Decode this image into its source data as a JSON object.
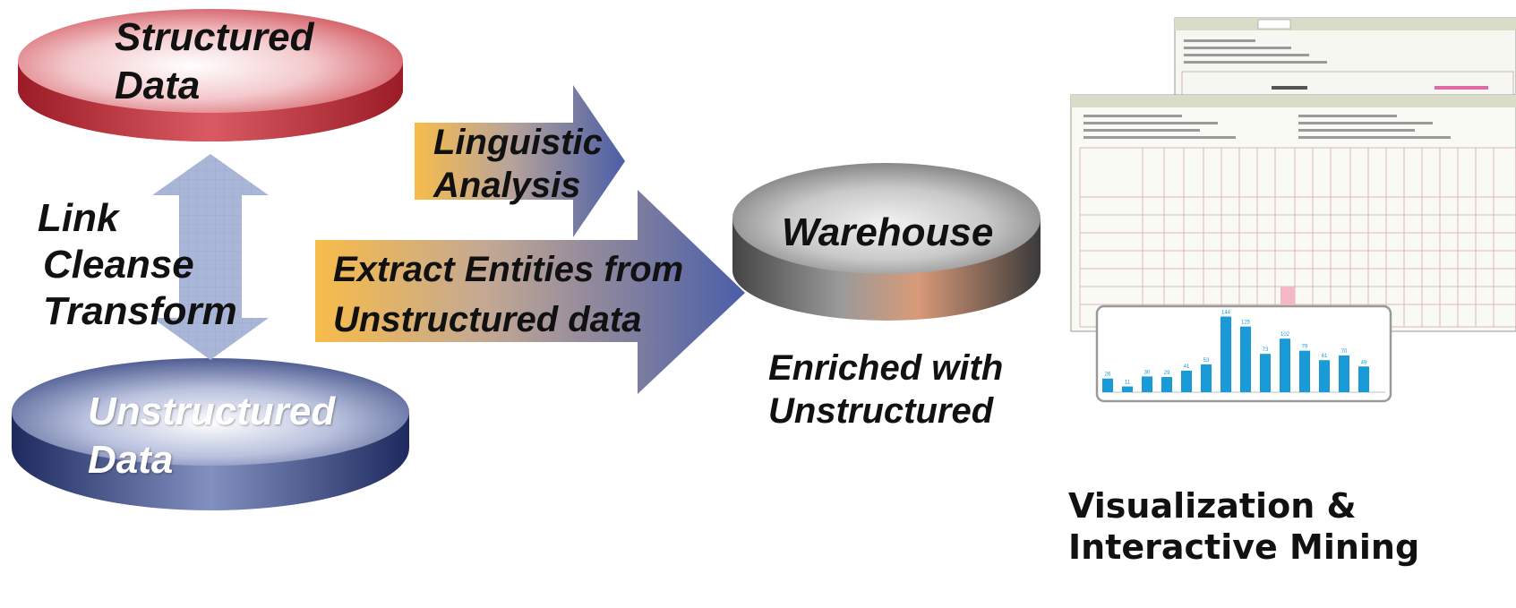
{
  "structured": {
    "line1": "Structured",
    "line2": "Data"
  },
  "unstructured": {
    "line1": "Unstructured",
    "line2": "Data"
  },
  "link_ops": {
    "line1": "Link",
    "line2": "Cleanse",
    "line3": "Transform"
  },
  "linguistic": {
    "line1": "Linguistic",
    "line2": "Analysis"
  },
  "extract": {
    "line1": "Extract Entities from",
    "line2": "Unstructured data"
  },
  "warehouse": {
    "label": "Warehouse",
    "caption1": "Enriched with",
    "caption2": "Unstructured"
  },
  "visualization": {
    "line1": "Visualization &",
    "line2": "Interactive Mining"
  },
  "mini_chart": {
    "type": "bar",
    "values": [
      26,
      11,
      30,
      29,
      41,
      53,
      144,
      125,
      73,
      102,
      79,
      61,
      70,
      49
    ],
    "color": "#1a9ad6"
  },
  "colors": {
    "red_db": "#c8323c",
    "blue_db": "#2a3a78",
    "arrow_orange": "#f5b84a",
    "arrow_blue": "#4f62a8",
    "double_arrow": "#a9b6d8"
  }
}
